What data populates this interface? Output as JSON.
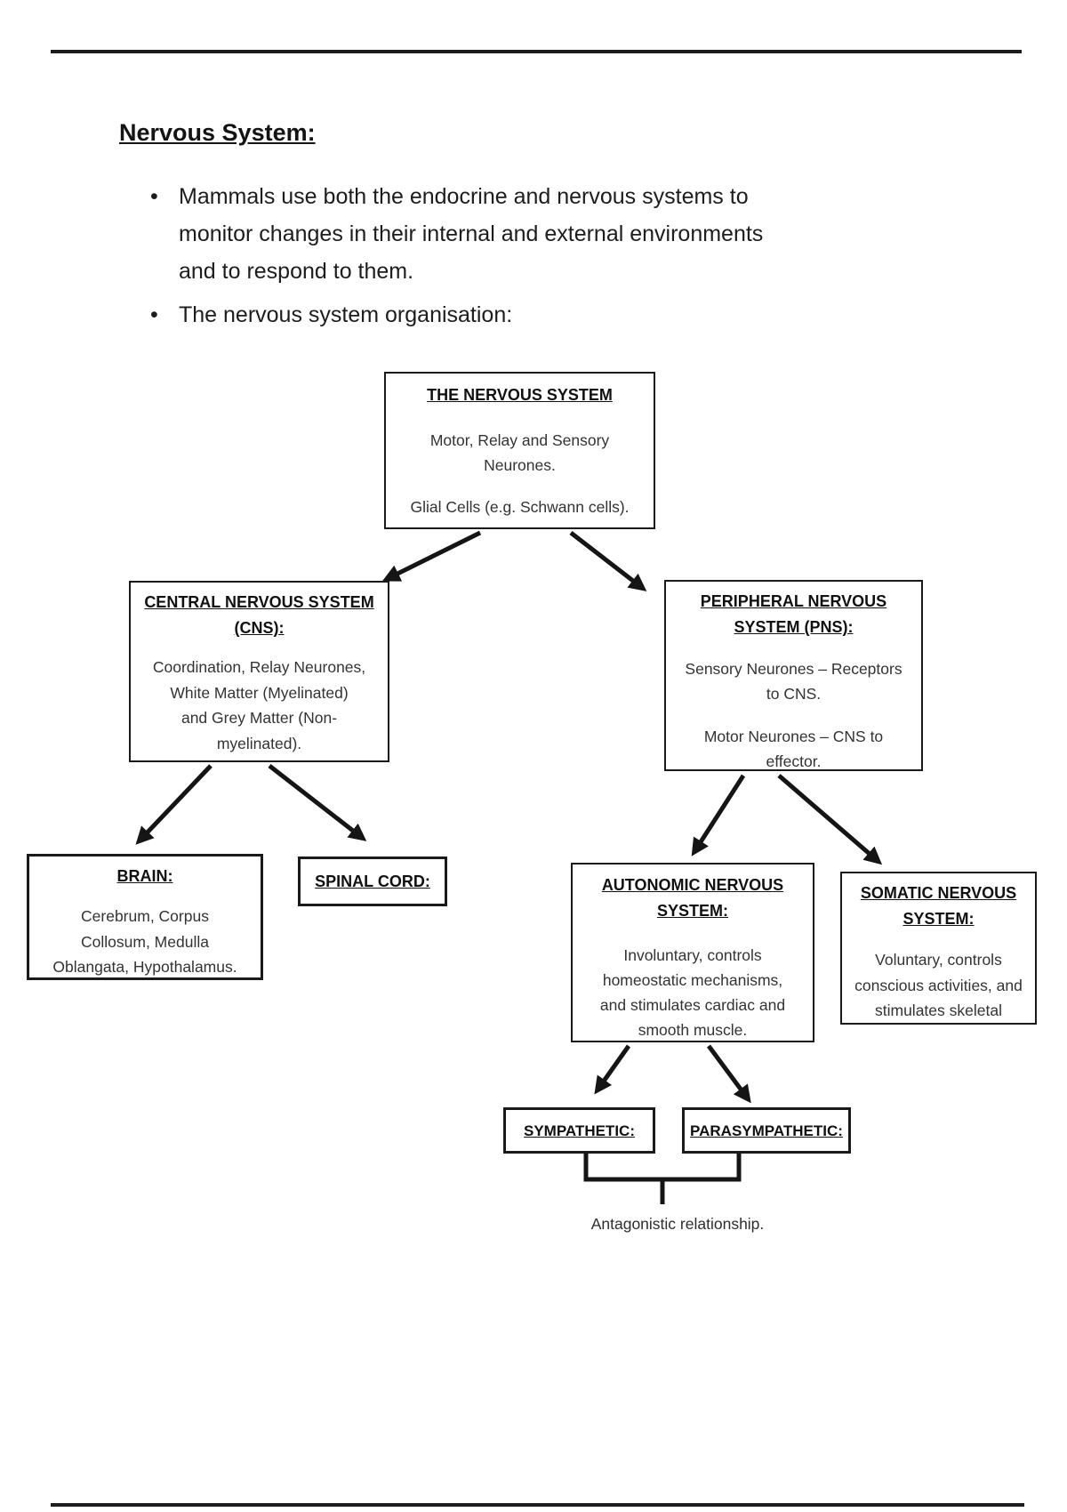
{
  "page": {
    "heading": "Nervous System:",
    "bullet_glyph": "•",
    "bullet1": "Mammals use both the endocrine and nervous systems to\nmonitor changes in their internal and external environments\nand to respond to them.",
    "bullet2": "The nervous system organisation:"
  },
  "diagram": {
    "nervous_system": {
      "title": "THE NERVOUS SYSTEM",
      "p1": "Motor, Relay and Sensory\nNeurones.",
      "p2": "Glial Cells (e.g. Schwann cells)."
    },
    "cns": {
      "title": "CENTRAL NERVOUS SYSTEM\n(CNS):",
      "p1": "Coordination, Relay Neurones,\nWhite Matter (Myelinated)\nand Grey Matter (Non-\nmyelinated)."
    },
    "pns": {
      "title": "PERIPHERAL NERVOUS\nSYSTEM (PNS):",
      "p1": "Sensory Neurones – Receptors\nto CNS.",
      "p2": "Motor Neurones – CNS to\neffector."
    },
    "brain": {
      "title": "BRAIN:",
      "p1": "Cerebrum, Corpus\nCollosum, Medulla\nOblangata, Hypothalamus."
    },
    "spinal_cord": {
      "title": "SPINAL CORD:"
    },
    "autonomic": {
      "title": "AUTONOMIC NERVOUS\nSYSTEM:",
      "p1": "Involuntary, controls\nhomeostatic mechanisms,\nand stimulates cardiac and\nsmooth muscle."
    },
    "somatic": {
      "title": "SOMATIC NERVOUS\nSYSTEM:",
      "p1": "Voluntary, controls\nconscious activities, and\nstimulates skeletal"
    },
    "sympathetic": {
      "title": "SYMPATHETIC:"
    },
    "parasympathetic": {
      "title": "PARASYMPATHETIC:"
    },
    "caption": "Antagonistic relationship."
  },
  "colors": {
    "ink": "#1a1a1a",
    "body_text": "#333333",
    "background": "#ffffff"
  }
}
